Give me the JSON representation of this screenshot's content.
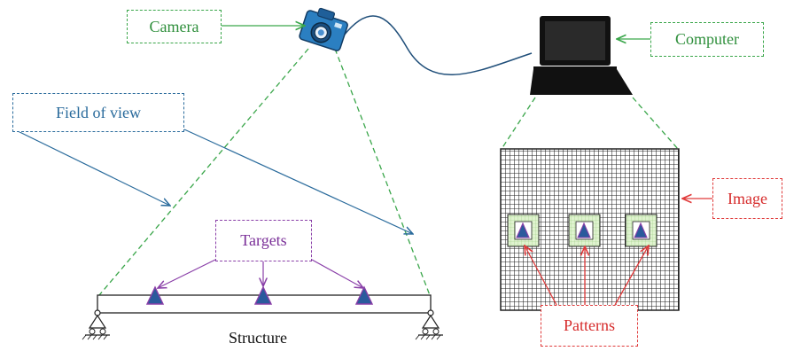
{
  "labels": {
    "camera": "Camera",
    "computer": "Computer",
    "field_of_view": "Field of view",
    "targets": "Targets",
    "image": "Image",
    "patterns": "Patterns",
    "structure": "Structure"
  },
  "colors": {
    "green": "#3aa64a",
    "blue": "#2a6b9c",
    "purple": "#8a3fa8",
    "red": "#e03a3a",
    "target_fill": "#2a5a9c",
    "pattern_fill": "#d9f0c8",
    "grid": "#222222"
  },
  "icons": {
    "camera": "camera-icon",
    "computer": "laptop-icon",
    "support": "pin-support-icon",
    "target": "triangle-target-icon"
  }
}
